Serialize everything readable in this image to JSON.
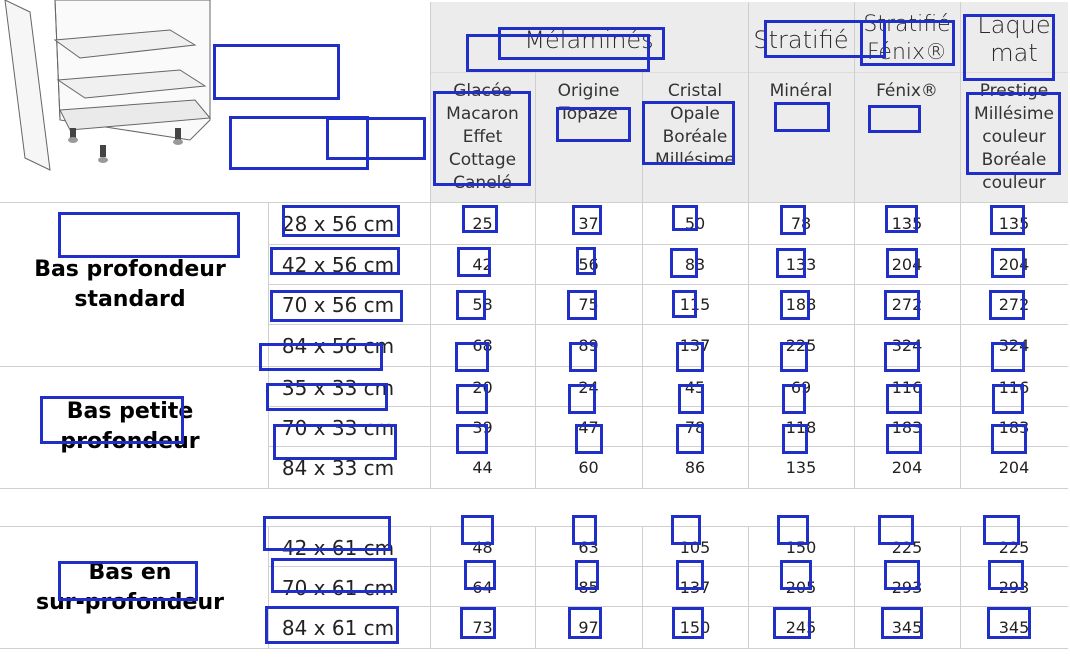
{
  "columns": [
    {
      "top": "",
      "sub": [
        "Glacée",
        "Macaron",
        "Effet",
        "Cottage",
        "Canelé"
      ]
    },
    {
      "top": "",
      "sub": [
        "Origine",
        "Topaze"
      ]
    },
    {
      "top": "",
      "sub": [
        "Cristal",
        "Opale",
        "Boréale",
        "Millésime"
      ]
    },
    {
      "top": "Stratifié",
      "sub": [
        "Minéral"
      ]
    },
    {
      "top": "",
      "sub": [
        "Fénix®"
      ]
    },
    {
      "top": "",
      "sub": [
        "Prestige",
        "Millésime",
        "couleur",
        "Boréale",
        "couleur"
      ]
    }
  ],
  "group_header_melamines": "Mélaminés",
  "header_fenix": [
    "Stratifié",
    "Fénix®"
  ],
  "header_laque": [
    "Laque",
    "mat"
  ],
  "groups": [
    {
      "title": [
        "Bas profondeur",
        "standard"
      ],
      "rows": [
        {
          "dim": "28 x 56 cm",
          "prices": [
            "25",
            "37",
            "50",
            "78",
            "135",
            "135"
          ]
        },
        {
          "dim": "42 x 56 cm",
          "prices": [
            "42",
            "56",
            "83",
            "133",
            "204",
            "204"
          ]
        },
        {
          "dim": "70 x 56 cm",
          "prices": [
            "58",
            "75",
            "115",
            "188",
            "272",
            "272"
          ]
        },
        {
          "dim": "84 x 56 cm",
          "prices": [
            "68",
            "89",
            "137",
            "225",
            "324",
            "324"
          ]
        }
      ]
    },
    {
      "title": [
        "Bas petite",
        "profondeur"
      ],
      "rows": [
        {
          "dim": "35 x 33 cm",
          "prices": [
            "20",
            "24",
            "45",
            "69",
            "116",
            "116"
          ]
        },
        {
          "dim": "70 x 33 cm",
          "prices": [
            "39",
            "47",
            "78",
            "118",
            "183",
            "183"
          ]
        },
        {
          "dim": "84 x 33 cm",
          "prices": [
            "44",
            "60",
            "86",
            "135",
            "204",
            "204"
          ]
        }
      ]
    },
    {
      "title": [
        "Bas en",
        "sur-profondeur"
      ],
      "rows": [
        {
          "dim": "42 x 61 cm",
          "prices": [
            "48",
            "63",
            "105",
            "150",
            "225",
            "225"
          ]
        },
        {
          "dim": "70 x 61 cm",
          "prices": [
            "64",
            "85",
            "137",
            "205",
            "293",
            "293"
          ]
        },
        {
          "dim": "84 x 61 cm",
          "prices": [
            "73",
            "97",
            "150",
            "245",
            "345",
            "345"
          ]
        }
      ]
    }
  ]
}
